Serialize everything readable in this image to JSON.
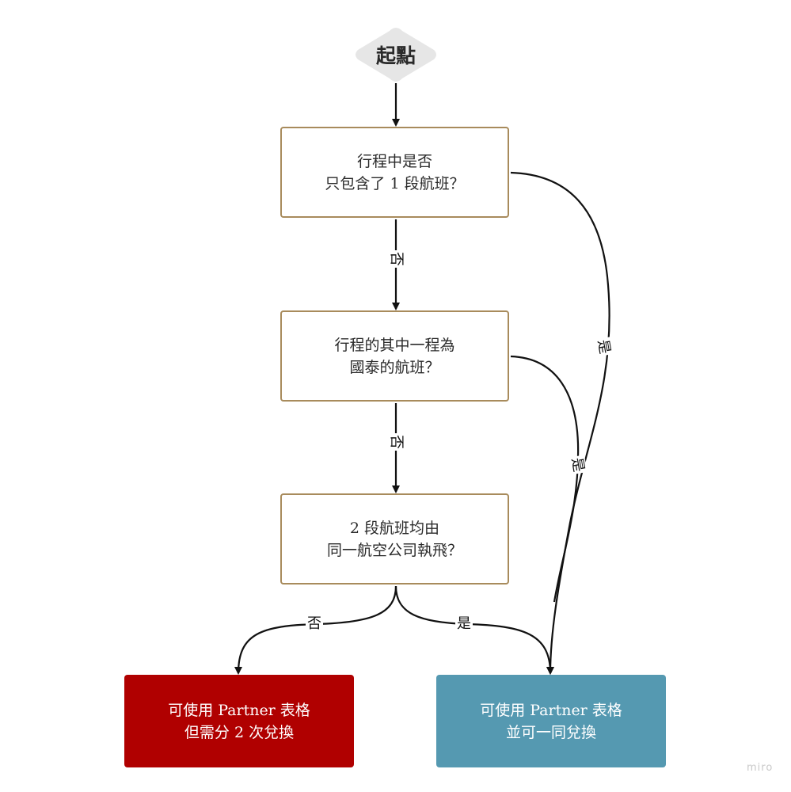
{
  "start": {
    "label": "起點"
  },
  "decisions": [
    {
      "line1": "行程中是否",
      "line2": "只包含了 1 段航班？"
    },
    {
      "line1": "行程的其中一程為",
      "line2": "國泰的航班？"
    },
    {
      "line1": "2 段航班均由",
      "line2": "同一航空公司執飛？"
    }
  ],
  "outcomes": {
    "separate": {
      "line1": "可使用 Partner 表格",
      "line2": "但需分 2 次兌換"
    },
    "together": {
      "line1": "可使用 Partner 表格",
      "line2": "並可一同兌換"
    }
  },
  "edge_labels": {
    "d1_no": "否",
    "d2_no": "否",
    "d1_yes": "是",
    "d2_yes": "是",
    "d3_no": "否",
    "d3_yes": "是"
  },
  "watermark": "miro",
  "colors": {
    "decision_border": "#a88b5c",
    "start_fill": "#e6e6e6",
    "outcome_separate": "#b00000",
    "outcome_together": "#5599b1",
    "edge": "#111111"
  }
}
